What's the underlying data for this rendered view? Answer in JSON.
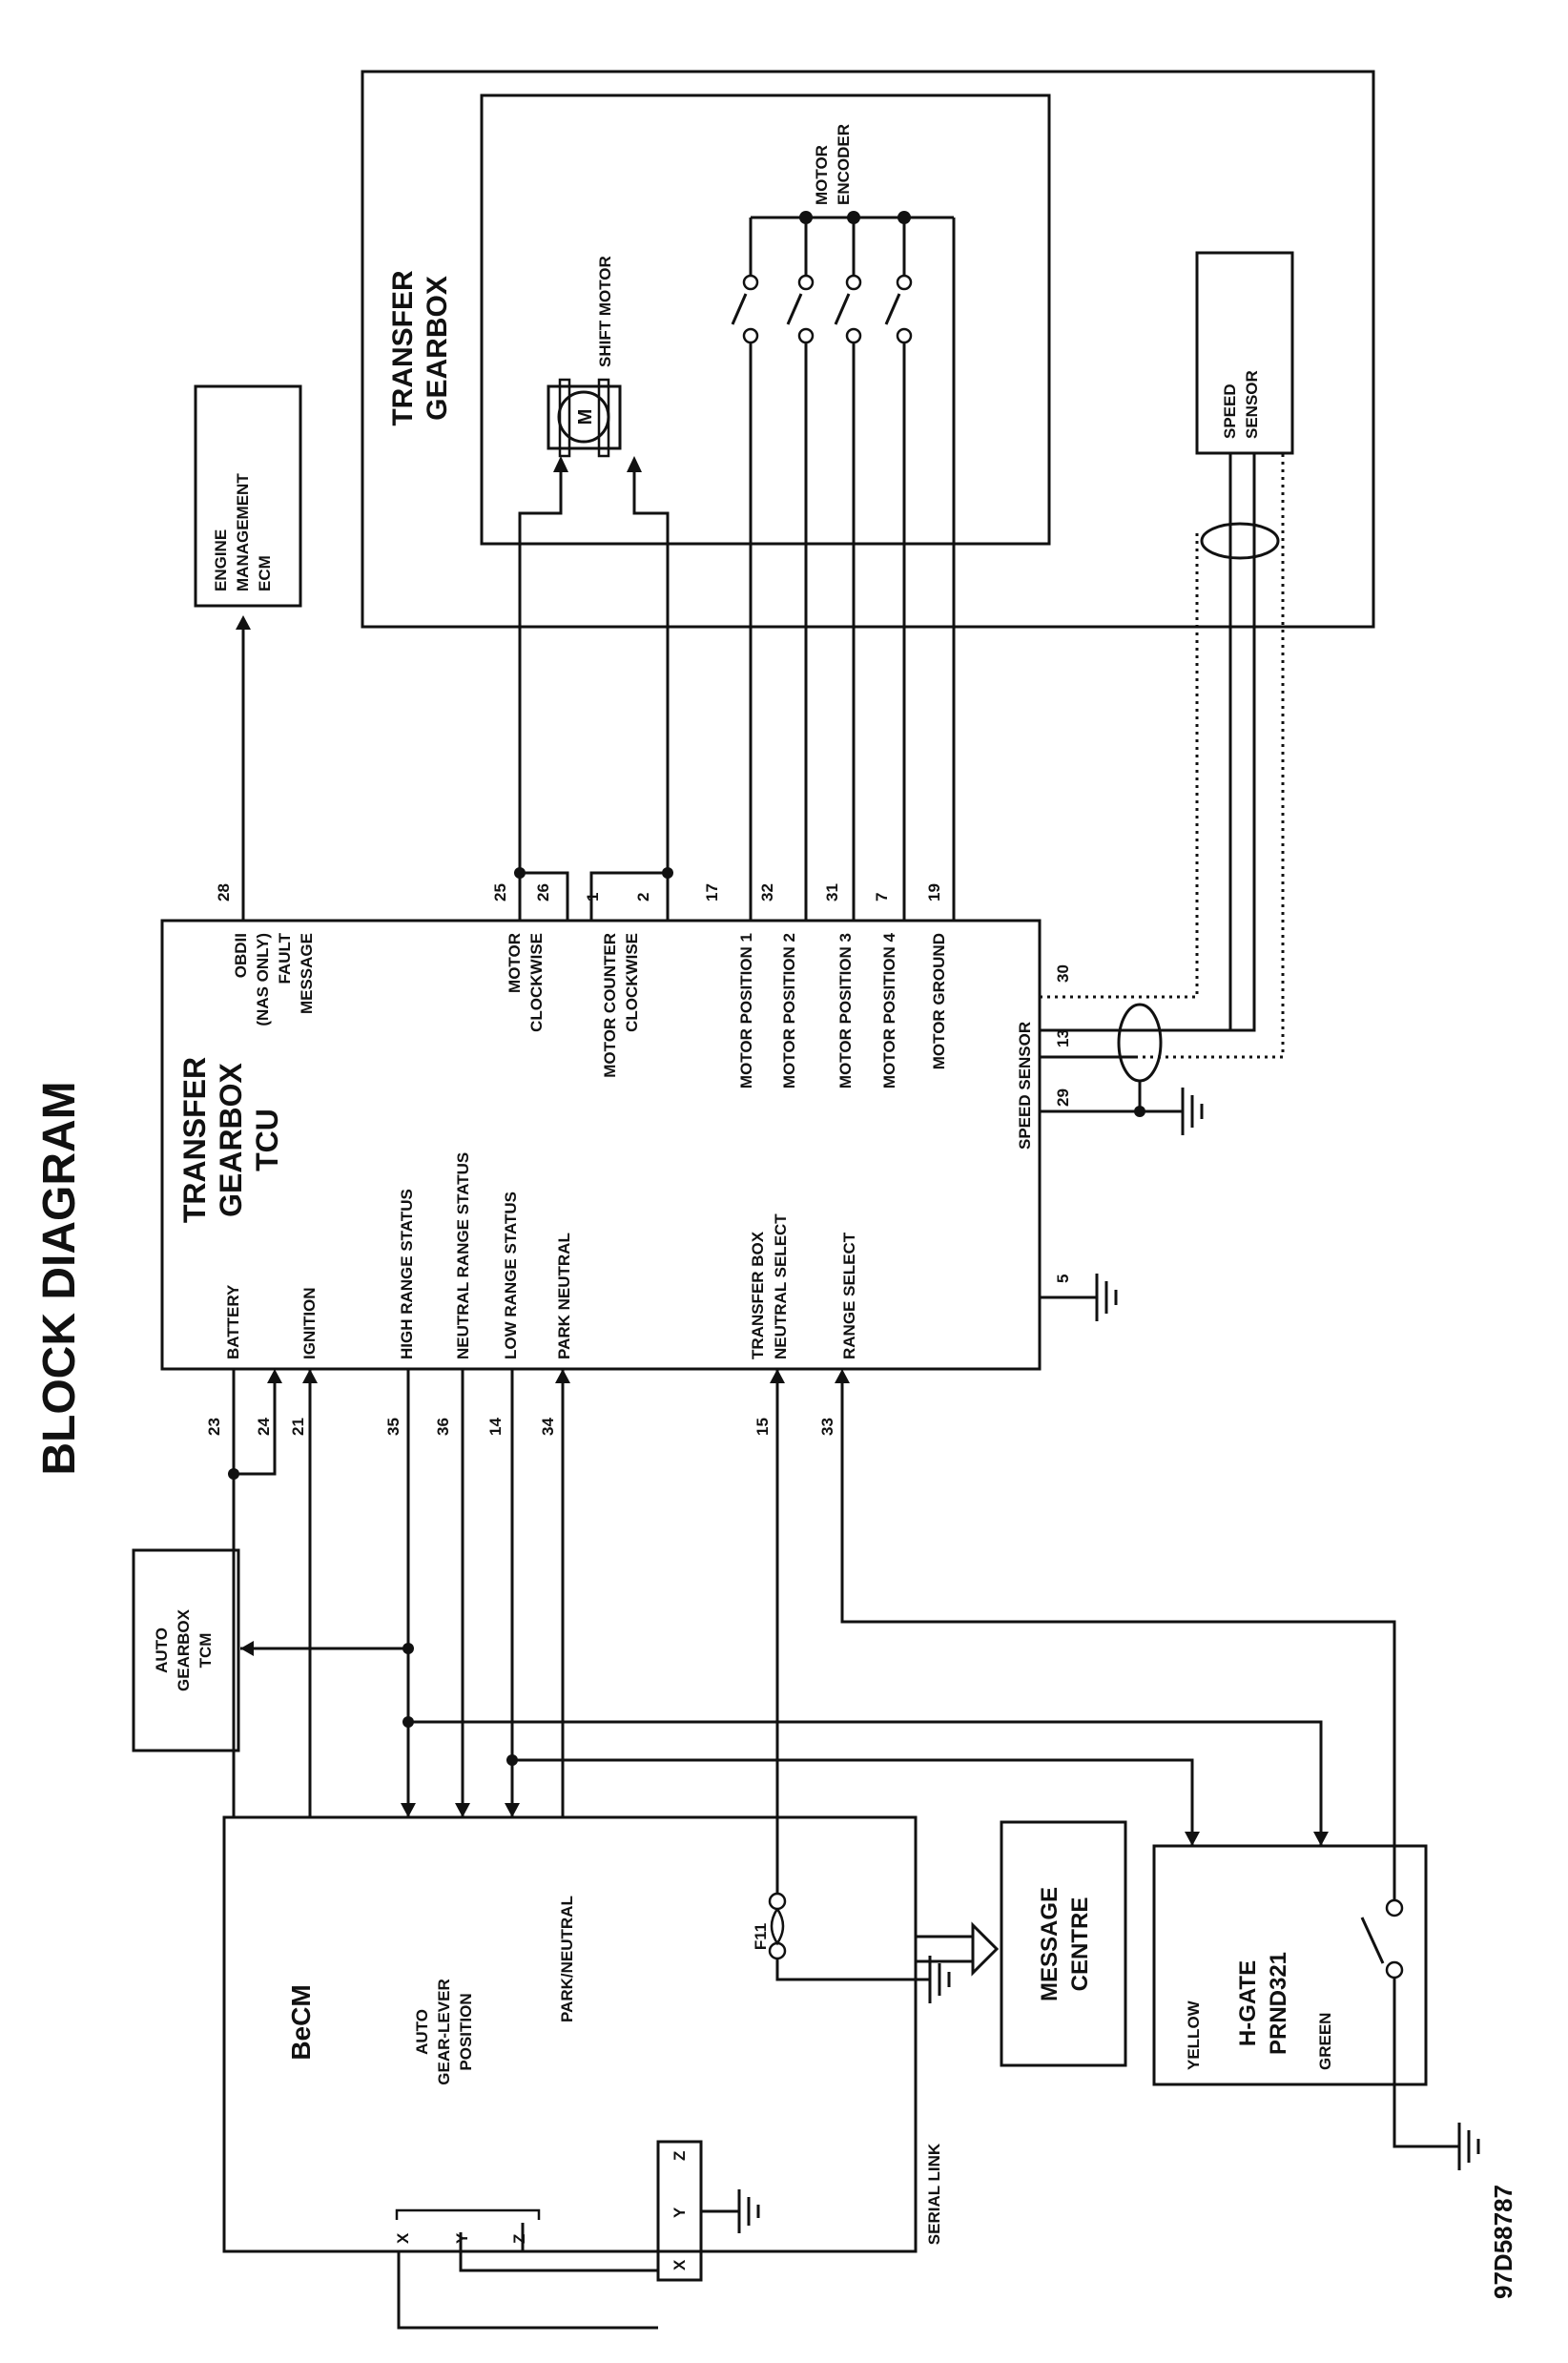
{
  "title": "BLOCK DIAGRAM",
  "ref_code": "97D58787",
  "tcu": {
    "title_lines": [
      "TRANSFER",
      "GEARBOX",
      "TCU"
    ],
    "left_labels": [
      "BATTERY",
      "IGNITION",
      "HIGH RANGE STATUS",
      "NEUTRAL RANGE STATUS",
      "LOW RANGE  STATUS",
      "PARK NEUTRAL",
      "TRANSFER BOX",
      "NEUTRAL SELECT",
      "RANGE SELECT"
    ],
    "right_labels": [
      "OBDII",
      "(NAS ONLY)",
      "FAULT",
      "MESSAGE",
      "MOTOR",
      "CLOCKWISE",
      "MOTOR COUNTER",
      "CLOCKWISE",
      "MOTOR POSITION 1",
      "MOTOR POSITION 2",
      "MOTOR POSITION 3",
      "MOTOR POSITION 4",
      "MOTOR GROUND",
      "SPEED SENSOR"
    ]
  },
  "pins": {
    "left": [
      "23",
      "24",
      "21",
      "35",
      "36",
      "14",
      "34",
      "15",
      "33"
    ],
    "right": [
      "28",
      "25",
      "26",
      "1",
      "2",
      "17",
      "32",
      "31",
      "7",
      "19",
      "30",
      "13",
      "29",
      "5"
    ]
  },
  "transfer_gearbox": {
    "title_lines": [
      "TRANSFER",
      "GEARBOX"
    ],
    "shift_motor": "SHIFT MOTOR",
    "motor_symbol": "M",
    "motor_encoder_lines": [
      "MOTOR",
      "ENCODER"
    ],
    "speed_sensor_lines": [
      "SPEED",
      "SENSOR"
    ]
  },
  "engine_ecm": {
    "lines": [
      "ENGINE",
      "MANAGEMENT",
      "ECM"
    ]
  },
  "auto_tcm": {
    "lines": [
      "AUTO",
      "GEARBOX",
      "TCM"
    ]
  },
  "becm": {
    "title": "BeCM",
    "gear_lever_lines": [
      "AUTO",
      "GEAR-LEVER",
      "POSITION"
    ],
    "park_neutral": "PARK/NEUTRAL",
    "fuse": "F11",
    "xyz": [
      "X",
      "Y",
      "Z"
    ]
  },
  "message_centre": {
    "lines": [
      "MESSAGE",
      "CENTRE"
    ]
  },
  "serial_link": "SERIAL LINK",
  "hgate": {
    "yellow": "YELLOW",
    "title_lines": [
      "H-GATE",
      "PRND321"
    ],
    "green": "GREEN"
  },
  "switch_xyz": [
    "X",
    "Y",
    "Z"
  ]
}
